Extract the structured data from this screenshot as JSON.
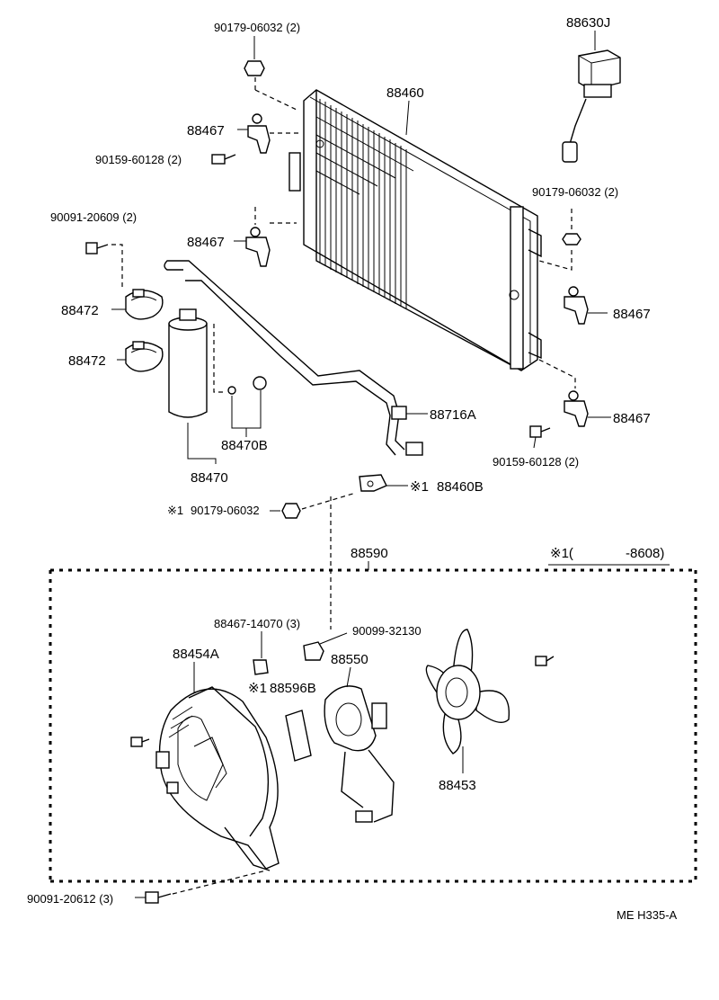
{
  "labels": {
    "nut_top": "90179-06032 (2)",
    "relay": "88630J",
    "condenser": "88460",
    "bracket_top_left": "88467",
    "bolt_left": "90159-60128 (2)",
    "nut_right": "90179-06032 (2)",
    "screw_left": "90091-20609 (2)",
    "bracket_mid_left": "88467",
    "clamp_upper": "88472",
    "clamp_lower": "88472",
    "bracket_right_upper": "88467",
    "bracket_right_lower": "88467",
    "pipe": "88716A",
    "receiver_kit": "88470B",
    "bolt_right": "90159-60128 (2)",
    "receiver": "88470",
    "bracket_small": "88460B",
    "bracket_small_mark": "※1",
    "nut_small": "90179-06032",
    "nut_small_mark": "※1",
    "fan_assy": "88590",
    "applicability_mark": "※1(",
    "applicability_date": "-8608)",
    "grommet": "88467-14070 (3)",
    "cushion": "90099-32130",
    "shroud": "88454A",
    "motor": "88550",
    "insulator": "88596B",
    "insulator_mark": "※1",
    "fan": "88453",
    "screw_bottom": "90091-20612 (3)",
    "diagram_code": "ME  H335-A"
  }
}
